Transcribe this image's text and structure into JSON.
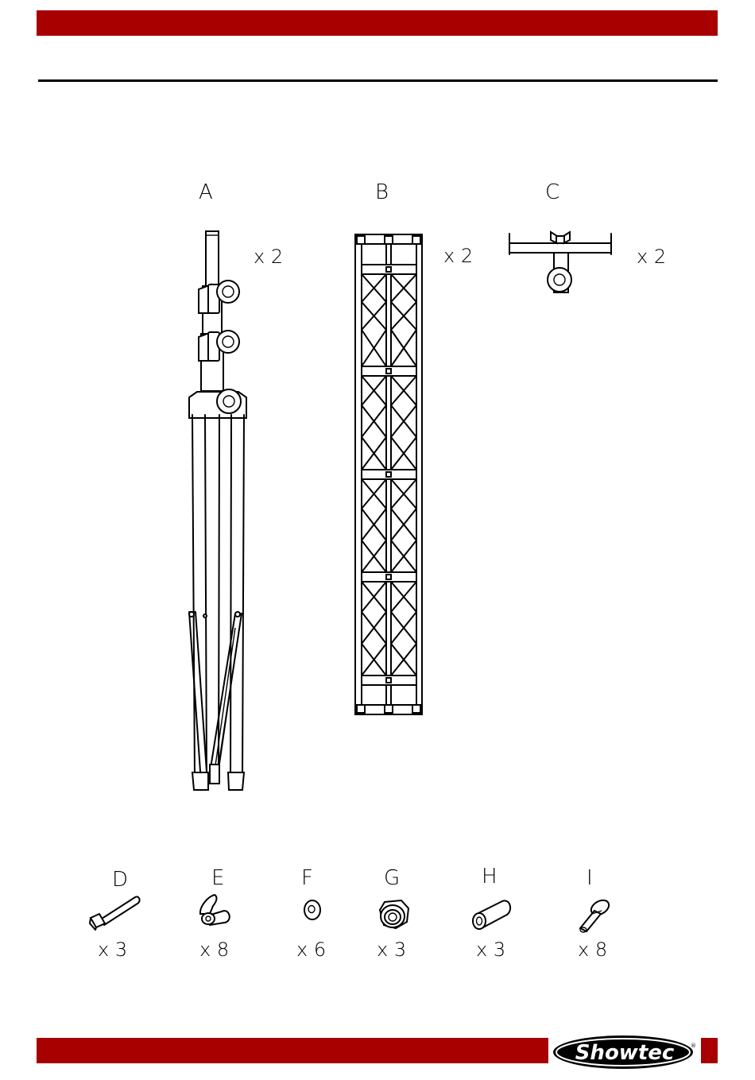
{
  "parts": {
    "A": {
      "letter": "A",
      "qty": "x 2"
    },
    "B": {
      "letter": "B",
      "qty": "x 2"
    },
    "C": {
      "letter": "C",
      "qty": "x 2"
    },
    "D": {
      "letter": "D",
      "qty": "x 3"
    },
    "E": {
      "letter": "E",
      "qty": "x 8"
    },
    "F": {
      "letter": "F",
      "qty": "x 6"
    },
    "G": {
      "letter": "G",
      "qty": "x 3"
    },
    "H": {
      "letter": "H",
      "qty": "x 3"
    },
    "I": {
      "letter": "I",
      "qty": "x 8"
    }
  },
  "brand": {
    "name": "Showtec",
    "registered": "®"
  },
  "colors": {
    "accent": "#a80000",
    "line": "#000000",
    "background": "#ffffff"
  },
  "icons": [
    "tripod-stand-icon",
    "truss-section-icon",
    "t-bar-bracket-icon",
    "bolt-icon",
    "wing-nut-icon",
    "washer-icon",
    "lock-nut-icon",
    "spacer-tube-icon",
    "clamp-bolt-icon"
  ]
}
